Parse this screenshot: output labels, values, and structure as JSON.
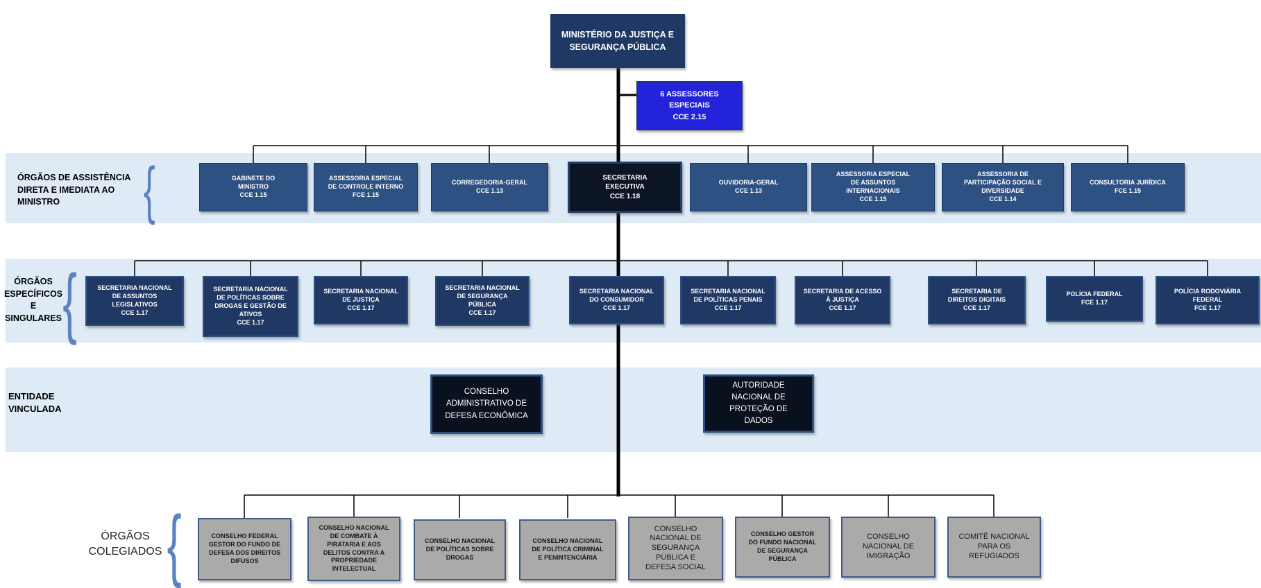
{
  "meta": {
    "diagram_type": "organogram",
    "organization": "Ministério da Justiça e Segurança Pública"
  },
  "colors": {
    "band_blue": "#DEEAF6",
    "dark_navy": "#1F3864",
    "mid_navy": "#2E5184",
    "near_black": "#0C1524",
    "royal_blue": "#2323DC",
    "gray_box": "#ACA9A9",
    "brace_blue": "#5B83C0",
    "line_black": "#000000"
  },
  "org": {
    "root": {
      "label": "MINISTÉRIO DA JUSTIÇA E\nSEGURANÇA PÚBLICA"
    },
    "advisors": {
      "label": "6 ASSESSORES\nESPECIAIS\nCCE 2.15"
    },
    "sections": [
      {
        "label": "ÓRGÃOS DE ASSISTÊNCIA\nDIRETA E IMEDIATA AO\nMINISTRO",
        "boxes": [
          {
            "label": "GABINETE DO\nMINISTRO\nCCE 1.15"
          },
          {
            "label": "ASSESSORIA ESPECIAL\nDE CONTROLE INTERNO\nFCE 1.15"
          },
          {
            "label": "CORREGEDORIA-GERAL\nCCE 1.13"
          },
          {
            "label": "SECRETARIA\nEXECUTIVA\nCCE 1.18"
          },
          {
            "label": "OUVIDORIA-GERAL\nCCE 1.13"
          },
          {
            "label": "ASSESSORIA ESPECIAL\nDE ASSUNTOS\nINTERNACIONAIS\nCCE 1.15"
          },
          {
            "label": "ASSESSORIA DE\nPARTICIPAÇÃO SOCIAL E\nDIVERSIDADE\nCCE 1.14"
          },
          {
            "label": "CONSULTORIA JURÍDICA\nFCE 1.15"
          }
        ]
      },
      {
        "label": "ÓRGÃOS\nESPECÍFICOS\nE\nSINGULARES",
        "boxes": [
          {
            "label": "SECRETARIA NACIONAL\nDE ASSUNTOS\nLEGISLATIVOS\nCCE 1.17"
          },
          {
            "label": "SECRETARIA NACIONAL\nDE POLÍTICAS SOBRE\nDROGAS E GESTÃO DE\nATIVOS\nCCE 1.17"
          },
          {
            "label": "SECRETARIA NACIONAL\nDE JUSTIÇA\nCCE 1.17"
          },
          {
            "label": "SECRETARIA NACIONAL\nDE SEGURANÇA\nPÚBLICA\nCCE 1.17"
          },
          {
            "label": "SECRETARIA NACIONAL\nDO CONSUMIDOR\nCCE 1.17"
          },
          {
            "label": "SECRETARIA NACIONAL\nDE POLÍTICAS PENAIS\nCCE 1.17"
          },
          {
            "label": "SECRETARIA DE ACESSO\nÀ JUSTIÇA\nCCE 1.17"
          },
          {
            "label": "SECRETARIA DE\nDIREITOS DIGITAIS\nCCE 1.17"
          },
          {
            "label": "POLÍCIA FEDERAL\nFCE 1.17"
          },
          {
            "label": "POLÍCIA RODOVIÁRIA\nFEDERAL\nFCE 1.17"
          }
        ]
      },
      {
        "label": "ENTIDADE\nVINCULADA",
        "boxes": [
          {
            "label": "CONSELHO\nADMINISTRATIVO DE\nDEFESA ECONÔMICA"
          },
          {
            "label": "AUTORIDADE\nNACIONAL DE\nPROTEÇÃO DE\nDADOS"
          }
        ]
      },
      {
        "label": "ÓRGÃOS\nCOLEGIADOS",
        "boxes": [
          {
            "label": "CONSELHO FEDERAL\nGESTOR DO FUNDO DE\nDEFESA DOS DIREITOS\nDIFUSOS"
          },
          {
            "label": "CONSELHO NACIONAL\nDE COMBATE À\nPIRATARIA E AOS\nDELITOS CONTRA A\nPROPRIEDADE\nINTELECTUAL"
          },
          {
            "label": "CONSELHO NACIONAL\nDE POLÍTICAS SOBRE\nDROGAS"
          },
          {
            "label": "CONSELHO NACIONAL\nDE POLÍTICA CRIMINAL\nE PENINTENCIÁRIA"
          },
          {
            "label": "CONSELHO\nNACIONAL DE\nSEGURANÇA\nPÚBLICA E\nDEFESA SOCIAL"
          },
          {
            "label": "CONSELHO GESTOR\nDO FUNDO NACIONAL\nDE SEGURANÇA\nPÚBLICA"
          },
          {
            "label": "CONSELHO\nNACIONAL DE\nIMIGRAÇÃO"
          },
          {
            "label": "COMITÊ NACIONAL\nPARA OS\nREFUGIADOS"
          }
        ]
      }
    ]
  },
  "braces": {
    "glyph": "{"
  }
}
